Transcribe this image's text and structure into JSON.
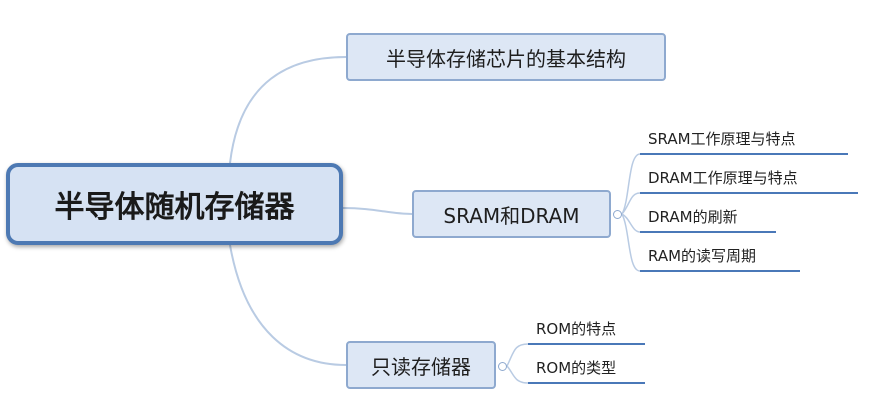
{
  "root": {
    "label": "半导体随机存储器"
  },
  "topics": [
    {
      "label": "半导体存储芯片的基本结构",
      "children": []
    },
    {
      "label": "SRAM和DRAM",
      "children": [
        "SRAM工作原理与特点",
        "DRAM工作原理与特点",
        "DRAM的刷新",
        "RAM的读写周期"
      ]
    },
    {
      "label": "只读存储器",
      "children": [
        "ROM的特点",
        "ROM的类型"
      ]
    }
  ],
  "colors": {
    "root_border": "#4d79b3",
    "root_fill": "#d6e2f3",
    "topic_fill": "#dde7f5",
    "topic_border": "#8ea9cf",
    "connector": "#b9cbe3",
    "leaf_underline": "#4a78b8"
  }
}
